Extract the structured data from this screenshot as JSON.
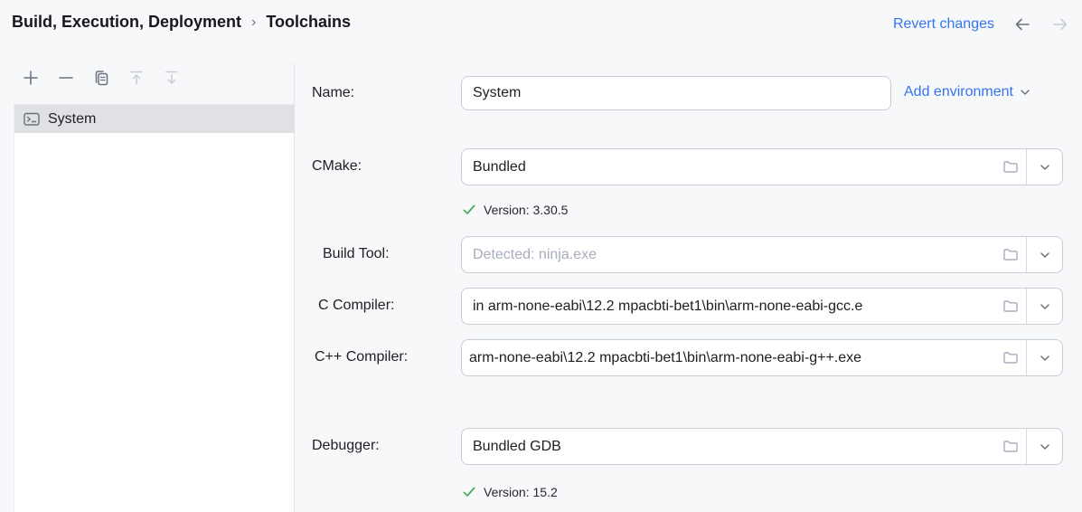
{
  "header": {
    "breadcrumb_parent": "Build, Execution, Deployment",
    "breadcrumb_separator": "›",
    "breadcrumb_current": "Toolchains",
    "revert_label": "Revert changes"
  },
  "sidebar": {
    "toolbar": {
      "add": "plus-icon",
      "remove": "minus-icon",
      "duplicate": "copy-icon",
      "move_up": "arrow-up-from-line-icon (disabled)",
      "move_down": "arrow-down-to-line-icon (disabled)"
    },
    "items": [
      {
        "label": "System",
        "icon": "terminal-icon",
        "selected": true
      }
    ]
  },
  "form": {
    "name": {
      "label": "Name:",
      "value": "System"
    },
    "add_environment": {
      "label": "Add environment",
      "icon": "chevron-down-icon"
    },
    "cmake": {
      "label": "CMake:",
      "value": "Bundled",
      "version": "Version: 3.30.5"
    },
    "build_tool": {
      "label": "Build Tool:",
      "placeholder": "Detected: ninja.exe"
    },
    "c_compiler": {
      "label": "C Compiler:",
      "value": "in arm-none-eabi\\12.2 mpacbti-bet1\\bin\\arm-none-eabi-gcc.e"
    },
    "cpp_compiler": {
      "label": "C++ Compiler:",
      "value": "arm-none-eabi\\12.2 mpacbti-bet1\\bin\\arm-none-eabi-g++.exe"
    },
    "debugger": {
      "label": "Debugger:",
      "value": "Bundled GDB",
      "version": "Version: 15.2"
    }
  },
  "colors": {
    "accent_blue": "#3574F0",
    "success_green": "#4DAB5D",
    "page_background": "#F7F8FA",
    "selection_gray": "#DFE1E5",
    "border_gray": "#C9CCD6",
    "icon_gray": "#6C707E",
    "disabled_icon_gray": "#C9CCD6",
    "placeholder_gray": "#A8ADBD"
  }
}
